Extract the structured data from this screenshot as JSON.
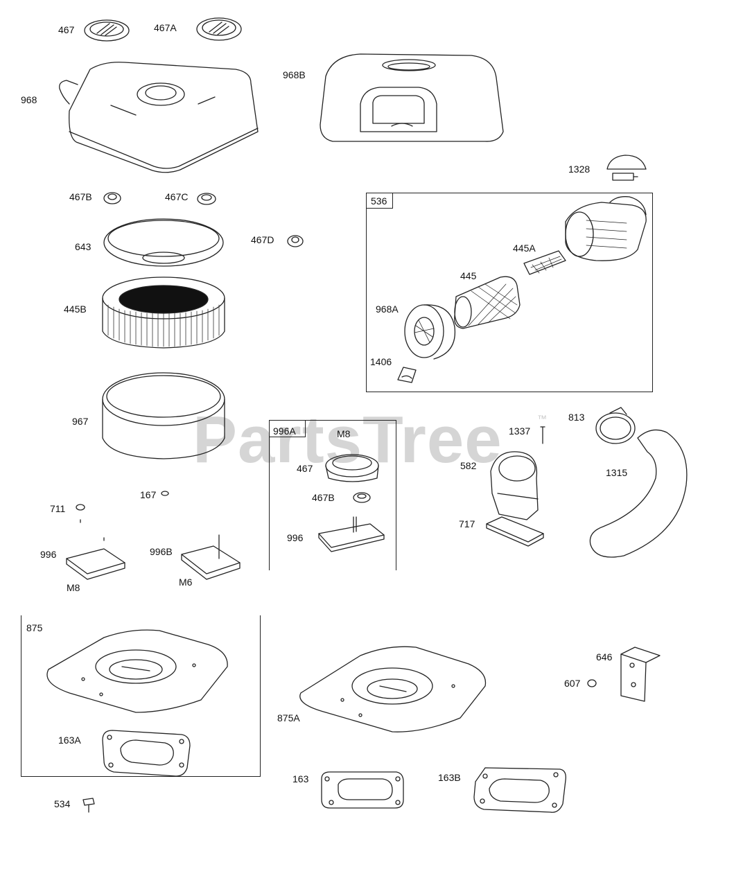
{
  "watermark": {
    "text": "PartsTree",
    "trademark": "™"
  },
  "boxes": {
    "kit536": "536",
    "kit996A": "996A",
    "kit875": "875"
  },
  "labels": {
    "p467_top": "467",
    "p467A": "467A",
    "p968": "968",
    "p968B": "968B",
    "p1328": "1328",
    "p467B_top": "467B",
    "p467C": "467C",
    "p643": "643",
    "p467D": "467D",
    "p445B": "445B",
    "p445A": "445A",
    "p445": "445",
    "p968A": "968A",
    "p1406": "1406",
    "p967": "967",
    "p996A_m8": "M8",
    "p467_box": "467",
    "p467B_box": "467B",
    "p996_box": "996",
    "p1337": "1337",
    "p813": "813",
    "p582": "582",
    "p1315": "1315",
    "p717": "717",
    "p167": "167",
    "p711": "711",
    "p996_left": "996",
    "p996B": "996B",
    "m8_left": "M8",
    "m6_left": "M6",
    "p646": "646",
    "p607": "607",
    "p875A": "875A",
    "p163A": "163A",
    "p163": "163",
    "p163B": "163B",
    "p534": "534"
  }
}
